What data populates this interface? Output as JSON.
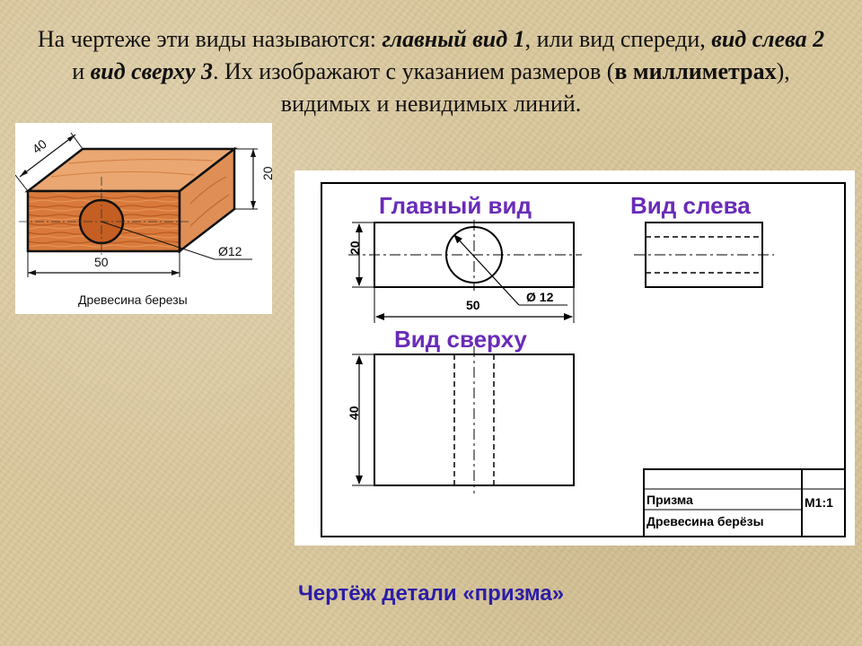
{
  "intro": {
    "t1": "На чертеже эти виды называются: ",
    "t2": "главный вид 1",
    "t3": ", или вид спереди, ",
    "t4": "вид слева 2",
    "t5": " и ",
    "t6": "вид сверху 3",
    "t7": ". Их изображают с указанием размеров (",
    "t8": "в миллиметрах",
    "t9": "), видимых и невидимых линий."
  },
  "photo": {
    "dim_depth": "40",
    "dim_height": "20",
    "dim_width": "50",
    "dim_hole": "Ø12",
    "material_label": "Древесина березы"
  },
  "drawing": {
    "front_view_title": "Главный вид",
    "left_view_title": "Вид слева",
    "top_view_title": "Вид сверху",
    "dim_height": "20",
    "dim_width": "50",
    "dim_hole": "Ø 12",
    "dim_depth": "40",
    "title_block": {
      "part_name": "Призма",
      "material": "Древесина берёзы",
      "scale": "М1:1"
    }
  },
  "caption": "Чертёж детали «призма»",
  "colors": {
    "view_title": "#6a2bb8",
    "caption": "#2b1da8",
    "wood": "#d9793a"
  }
}
